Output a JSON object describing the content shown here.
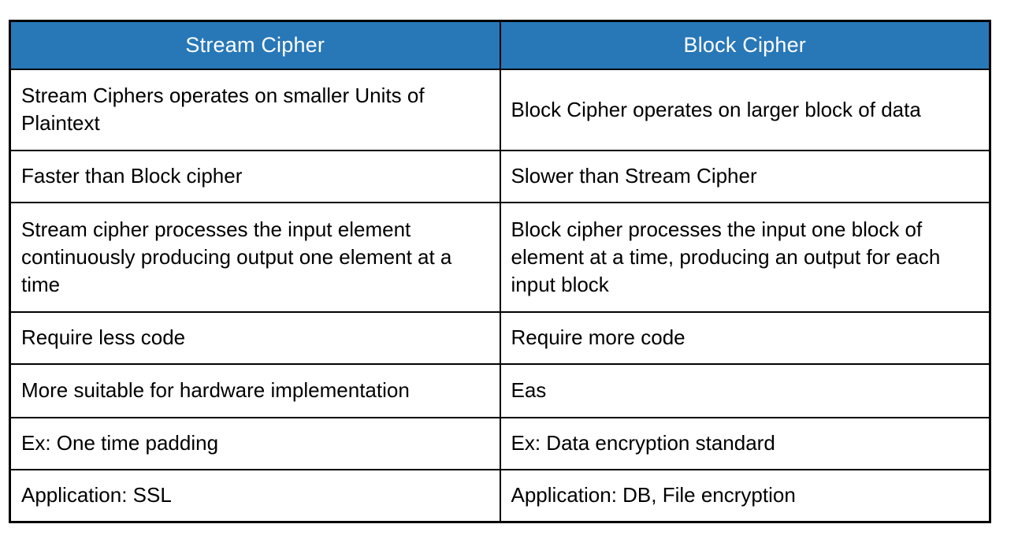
{
  "table": {
    "title": "Stream Cipher vs Block Cipher comparison",
    "colors": {
      "header_bg": "#2878B8",
      "header_text": "#FFFFFF",
      "body_text": "#000000",
      "border": "#000000",
      "page_bg": "#FFFFFF"
    },
    "headers": {
      "stream": "Stream Cipher",
      "block": "Block Cipher"
    },
    "rows": [
      {
        "stream": "Stream Ciphers operates on smaller Units of Plaintext",
        "block": "Block Cipher operates on larger block of data"
      },
      {
        "stream": "Faster than Block cipher",
        "block": "Slower than Stream Cipher"
      },
      {
        "stream": "Stream cipher processes the input element continuously producing output one element at a time",
        "block": "Block cipher processes the input one block of element at a time, producing an output for each input block"
      },
      {
        "stream": "Require less code",
        "block": "Require more code"
      },
      {
        "stream": "More suitable for hardware implementation",
        "block": "Eas"
      },
      {
        "stream": "Ex: One time padding",
        "block": "Ex: Data encryption standard"
      },
      {
        "stream": "Application: SSL",
        "block": "Application: DB, File encryption"
      }
    ]
  }
}
